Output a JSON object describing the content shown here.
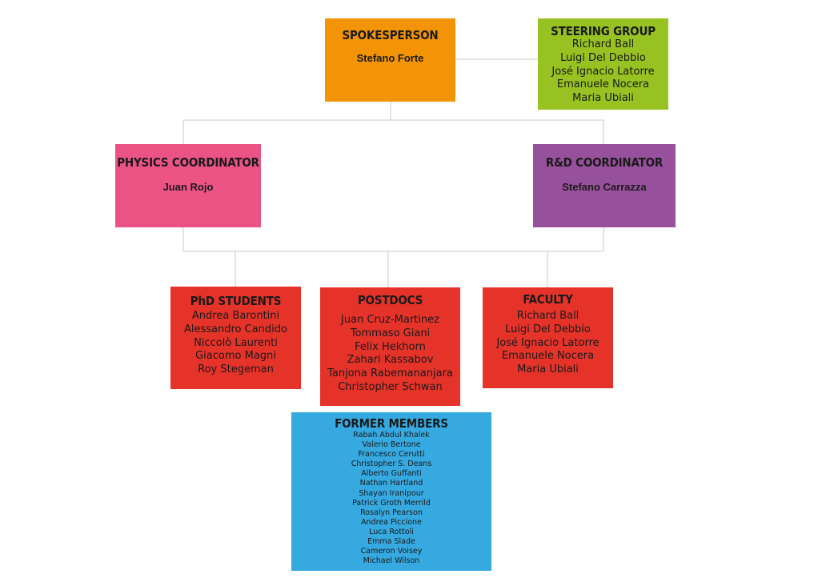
{
  "colors": {
    "spokesperson": "#f39406",
    "steering": "#97c221",
    "physics": "#eb5385",
    "rnd": "#97509b",
    "red": "#e6332a",
    "former": "#36a9e1",
    "line": "#c8c8c8"
  },
  "spokesperson": {
    "title": "SPOKESPERSON",
    "name": "Stefano Forte"
  },
  "steering_group": {
    "title": "STEERING GROUP",
    "members": [
      "Richard Ball",
      "Luigi Del Debbio",
      "José Ignacio Latorre",
      "Emanuele Nocera",
      "Maria Ubiali"
    ]
  },
  "physics_coordinator": {
    "title": "PHYSICS COORDINATOR",
    "name": "Juan Rojo"
  },
  "rnd_coordinator": {
    "title": "R&D COORDINATOR",
    "name": "Stefano Carrazza"
  },
  "phd_students": {
    "title": "PhD STUDENTS",
    "members": [
      "Andrea Barontini",
      "Alessandro Candido",
      "Niccolò Laurenti",
      "Giacomo Magni",
      "Roy Stegeman"
    ]
  },
  "postdocs": {
    "title": "POSTDOCS",
    "members": [
      "Juan Cruz-Martinez",
      "Tommaso Giani",
      "Felix Hekhorn",
      "Zahari Kassabov",
      "Tanjona Rabemananjara",
      "Christopher Schwan"
    ]
  },
  "faculty": {
    "title": "FACULTY",
    "members": [
      "Richard Ball",
      "Luigi Del Debbio",
      "José Ignacio Latorre",
      "Emanuele Nocera",
      "Maria Ubiali"
    ]
  },
  "former_members": {
    "title": "FORMER MEMBERS",
    "members": [
      "Rabah Abdul Khalek",
      "Valerio Bertone",
      "Francesco Cerutti",
      "Christopher S. Deans",
      "Alberto Guffanti",
      "Nathan Hartland",
      "Shayan Iranipour",
      "Patrick Groth Merrild",
      "Rosalyn Pearson",
      "Andrea Piccione",
      "Luca Rottoli",
      "Emma Slade",
      "Cameron Voisey",
      "Michael Wilson"
    ]
  }
}
